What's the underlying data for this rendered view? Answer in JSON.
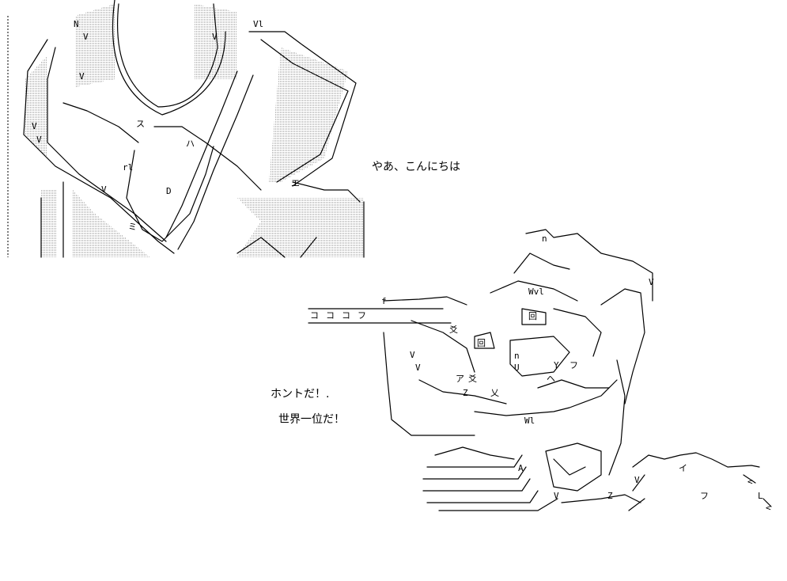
{
  "captions": {
    "greeting": "やあ、こんにちは",
    "really": "ホントだ！.",
    "world_first": "世界一位だ！"
  },
  "colors": {
    "background": "#ffffff",
    "ink": "#000000"
  },
  "figures": {
    "top_left": "ascii-art-figure-arms-raised",
    "bottom_right": "ascii-art-figure-at-computer"
  }
}
